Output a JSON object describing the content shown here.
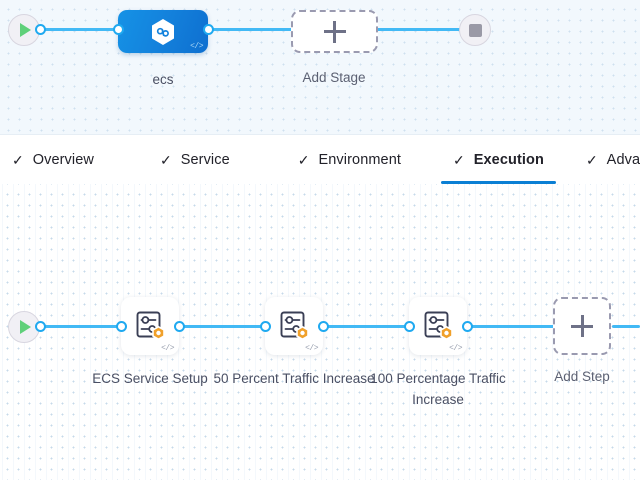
{
  "stage_panel": {
    "start_node": {
      "icon": "play-icon"
    },
    "end_node": {
      "icon": "stop-icon"
    },
    "stage": {
      "label": "ecs",
      "icon": "harness-hexagon-icon",
      "code_glyph": "</>"
    },
    "add_stage": {
      "label": "Add Stage",
      "icon": "plus-icon"
    }
  },
  "tabs": [
    {
      "label": "Overview",
      "tick": "✓",
      "active": false
    },
    {
      "label": "Service",
      "tick": "✓",
      "active": false
    },
    {
      "label": "Environment",
      "tick": "✓",
      "active": false
    },
    {
      "label": "Execution",
      "tick": "✓",
      "active": true
    },
    {
      "label": "Advanced",
      "tick": "✓",
      "active": false
    }
  ],
  "execution": {
    "start_node": {
      "icon": "play-icon"
    },
    "steps": [
      {
        "label": "ECS Service Setup",
        "icon": "step-settings-icon",
        "badge": "ecs-hexagon-badge",
        "code_glyph": "</>"
      },
      {
        "label": "50 Percent Traffic Increase",
        "icon": "step-settings-icon",
        "badge": "ecs-hexagon-badge",
        "code_glyph": "</>"
      },
      {
        "label": "100 Percentage Traffic Increase",
        "icon": "step-settings-icon",
        "badge": "ecs-hexagon-badge",
        "code_glyph": "</>"
      }
    ],
    "add_step": {
      "label": "Add Step",
      "icon": "plus-icon"
    }
  },
  "colors": {
    "accent_blue": "#0b7fd4",
    "connector_blue": "#42b9f5",
    "stage_blue": "#1483dd",
    "badge_orange": "#f0a02a",
    "play_green": "#5fd07a",
    "panel_bg": "#f2f8fd"
  }
}
